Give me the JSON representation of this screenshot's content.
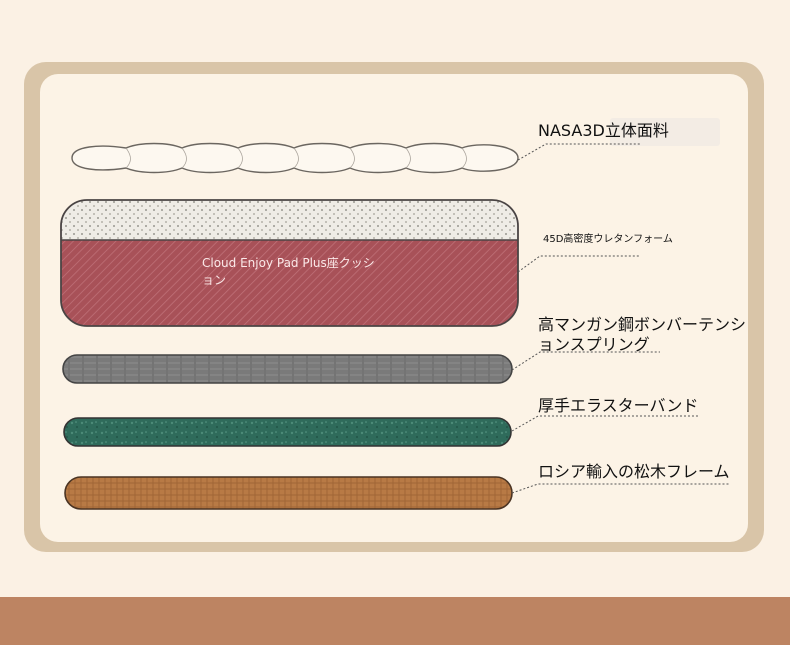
{
  "layers": [
    {
      "name": "mesh-fabric",
      "label": "NASA3D立体面料"
    },
    {
      "name": "urethane-foam",
      "label": "45D高密度ウレタンフォーム"
    },
    {
      "name": "tension-spring",
      "label_line1": "高マンガン鋼ボンバーテンシ",
      "label_line2": "ョンスプリング"
    },
    {
      "name": "elastic-band",
      "label": "厚手エラスターバンド"
    },
    {
      "name": "pine-frame",
      "label": "ロシア輸入の松木フレーム"
    }
  ],
  "cushion": {
    "label": "Cloud Enjoy Pad Plus座クッション"
  },
  "colors": {
    "page": "#fbf1e4",
    "frame": "#d9c5a8",
    "panel": "#fcf3e6",
    "bottom_band": "#bd8462",
    "cushion_red": "#a85158",
    "foam_top": "#efece6",
    "spring_gray": "#7a7a7a",
    "band_green": "#2f6b5b",
    "frame_wood": "#b87a45"
  }
}
